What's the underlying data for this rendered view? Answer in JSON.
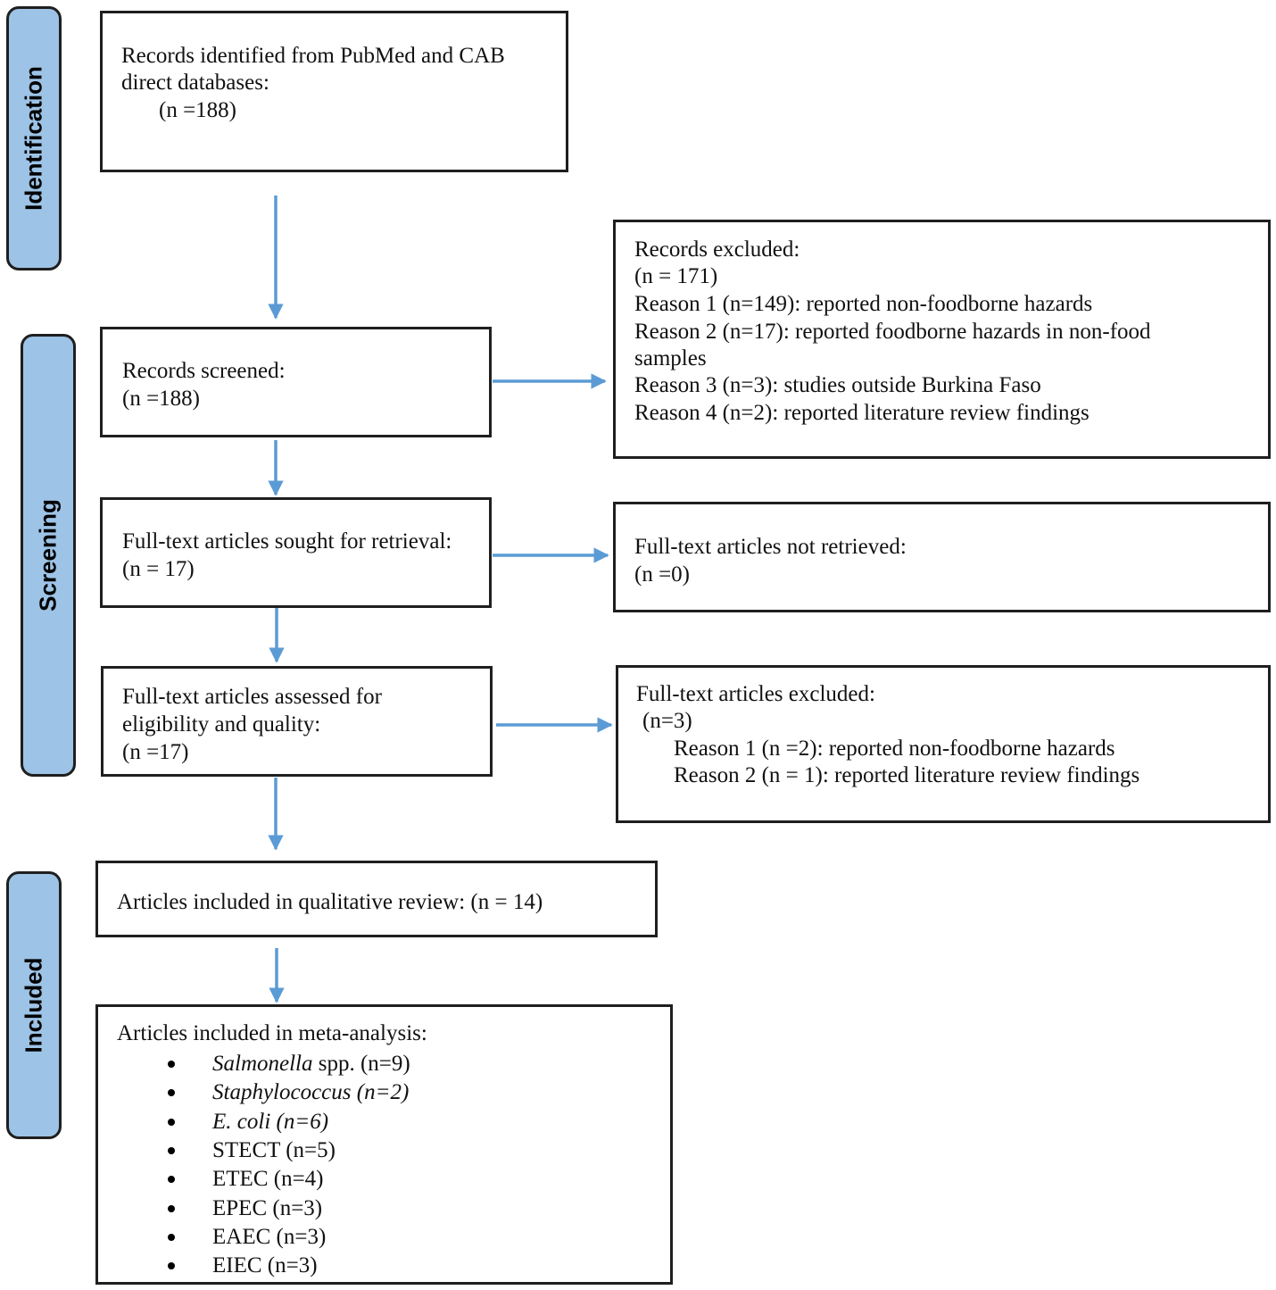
{
  "phases": {
    "identification": "Identification",
    "screening": "Screening",
    "included": "Included"
  },
  "boxes": {
    "identified": {
      "line1": "Records identified from PubMed and CAB",
      "line2": "direct databases:",
      "line3": "(n =188)"
    },
    "screened": {
      "line1": "Records screened:",
      "line2": "(n =188)"
    },
    "excluded": {
      "line1": "Records excluded:",
      "line2": "(n = 171)",
      "line3": "Reason 1 (n=149): reported non-foodborne hazards",
      "line4": "Reason 2 (n=17): reported foodborne hazards in non-food",
      "line5": "samples",
      "line6": "Reason 3 (n=3): studies outside Burkina Faso",
      "line7": "Reason 4 (n=2): reported literature review findings"
    },
    "sought": {
      "line1": "Full-text articles sought for retrieval:",
      "line2": "(n = 17)"
    },
    "not_retrieved": {
      "line1": "Full-text articles not retrieved:",
      "line2": "(n =0)"
    },
    "assessed": {
      "line1": "Full-text articles assessed for",
      "line2": "eligibility and quality:",
      "line3": "(n =17)"
    },
    "ft_excluded": {
      "line1": "Full-text articles excluded:",
      "line2": "(n=3)",
      "line3": "Reason 1 (n =2): reported non-foodborne hazards",
      "line4": "Reason 2 (n = 1): reported literature review findings"
    },
    "qualitative": {
      "line1": "Articles included in qualitative review: (n = 14)"
    },
    "meta": {
      "title": "Articles included in meta-analysis:",
      "items": [
        {
          "italic": "Salmonella",
          "rest": " spp. (n=9)"
        },
        {
          "italic": "Staphylococcus (n=2)",
          "rest": ""
        },
        {
          "italic": "E. coli (n=6)",
          "rest": ""
        },
        {
          "italic": "",
          "rest": "STECT (n=5)"
        },
        {
          "italic": "",
          "rest": "ETEC (n=4)"
        },
        {
          "italic": "",
          "rest": "EPEC (n=3)"
        },
        {
          "italic": "",
          "rest": "EAEC (n=3)"
        },
        {
          "italic": "",
          "rest": "EIEC (n=3)"
        }
      ]
    }
  },
  "colors": {
    "arrow": "#5b9bd5",
    "phase_fill": "#9dc3e6",
    "border": "#1f1f1f"
  }
}
